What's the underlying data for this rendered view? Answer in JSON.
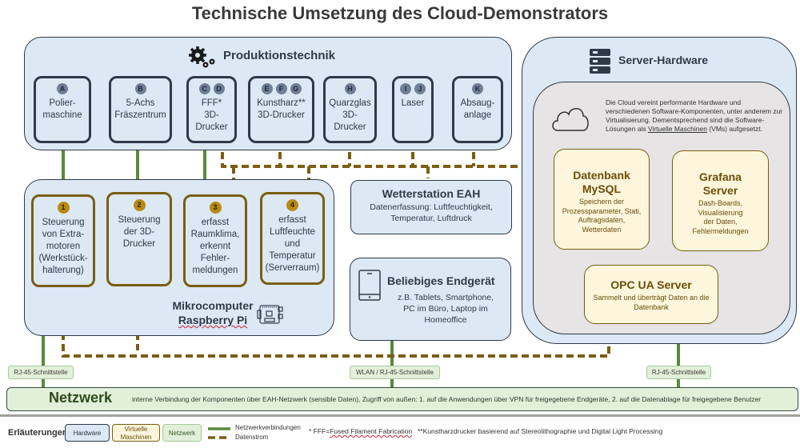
{
  "title": "Technische Umsetzung des Cloud-Demonstrators",
  "produktion": {
    "heading": "Produktionstechnik",
    "icon": "gears-icon",
    "machines": [
      {
        "badges": [
          "A"
        ],
        "label": "Polier-\nmaschine"
      },
      {
        "badges": [
          "B"
        ],
        "label": "5-Achs\nFräszentrum"
      },
      {
        "badges": [
          "C",
          "D"
        ],
        "label": "FFF*\n3D-\nDrucker"
      },
      {
        "badges": [
          "E",
          "F",
          "G"
        ],
        "label": "Kunstharz**\n3D-Drucker"
      },
      {
        "badges": [
          "H"
        ],
        "label": "Quarzglas\n3D-\nDrucker"
      },
      {
        "badges": [
          "I",
          "J"
        ],
        "label": "Laser"
      },
      {
        "badges": [
          "K"
        ],
        "label": "Absaug-\nanlage"
      }
    ]
  },
  "raspberry": {
    "heading_line1": "Mikrocomputer",
    "heading_line2": "Raspberry Pi",
    "icon": "circuit-board-icon",
    "units": [
      {
        "badge": "1",
        "label": "Steuerung\nvon Extra-\nmotoren\n(Werkstück-\nhalterung)"
      },
      {
        "badge": "2",
        "label": "Steuerung\nder 3D-\nDrucker"
      },
      {
        "badge": "3",
        "label": "erfasst\nRaumklima,\nerkennt\nFehler-\nmeldungen"
      },
      {
        "badge": "4",
        "label": "erfasst\nLuftfeuchte\nund\nTemperatur\n(Serverraum)"
      }
    ]
  },
  "wetterstation": {
    "title": "Wetterstation EAH",
    "desc": "Datenerfassung: Luftfeuchtigkeit,\nTemperatur, Luftdruck"
  },
  "endgeraet": {
    "title": "Beliebiges Endgerät",
    "icon": "tablet-icon",
    "desc": "z.B. Tablets, Smartphone,\nPC im Büro, Laptop im\nHomeoffice"
  },
  "server": {
    "heading": "Server-Hardware",
    "icon": "server-icon",
    "cloud_icon": "cloud-icon",
    "cloud_text_1": "Die Cloud vereint performante Hardware und verschiedenen Software-Komponenten, unter anderem zur Virtualisierung. Dementsprechend sind die Software-Lösungen als ",
    "cloud_text_link": "Virtuelle Maschinen",
    "cloud_text_2": " (VMs) aufgesetzt.",
    "vms": {
      "db_title": "Datenbank\nMySQL",
      "db_desc": "Speichern der\nProzessparameter, Stati,\nAuftragsdaten,\nWetterdaten",
      "grafana_title": "Grafana\nServer",
      "grafana_desc": "Dash-Boards,\nVisualisierung\nder Daten,\nFehlermeldungen",
      "opc_title": "OPC UA Server",
      "opc_desc": "Sammelt und überträgt Daten an die\nDatenbank"
    }
  },
  "interfaces": {
    "left": "RJ-45-Schnittstelle",
    "middle": "WLAN / RJ-45-Schnittstelle",
    "right": "RJ-45-Schnittstelle"
  },
  "netzwerk": {
    "title": "Netzwerk",
    "desc": "interne Verbindung der Komponenten über EAH-Netzwerk (sensible Daten), Zugriff von außen: 1. auf die Anwendungen über VPN für freigegebene Endgeräte, 2. auf die Datenablage für freigegebene Benutzer"
  },
  "legend": {
    "heading": "Erläuterungen",
    "hardware": "Hardware",
    "vm": "Virtuelle\nMaschinen",
    "netzwerk": "Netzwerk",
    "line_network": "Netzwerkverbindungen",
    "line_data": "Datenstrom",
    "footnote1_prefix": "* FFF=",
    "footnote1_term": "Fused Filament Fabrication",
    "footnote2": "**Kunstharzdrucker basierend auf Stereolithographie und Digital Light Processing"
  },
  "colors": {
    "hardware_fill": "#dce8f4",
    "hardware_border": "#2e3a4a",
    "vm_fill": "#fdf6dc",
    "vm_border": "#7a5e12",
    "network_fill": "#e2efd9",
    "network_line": "#5b8a3c",
    "data_line": "#7a5e12",
    "cloud_fill": "#e6e4e4"
  }
}
